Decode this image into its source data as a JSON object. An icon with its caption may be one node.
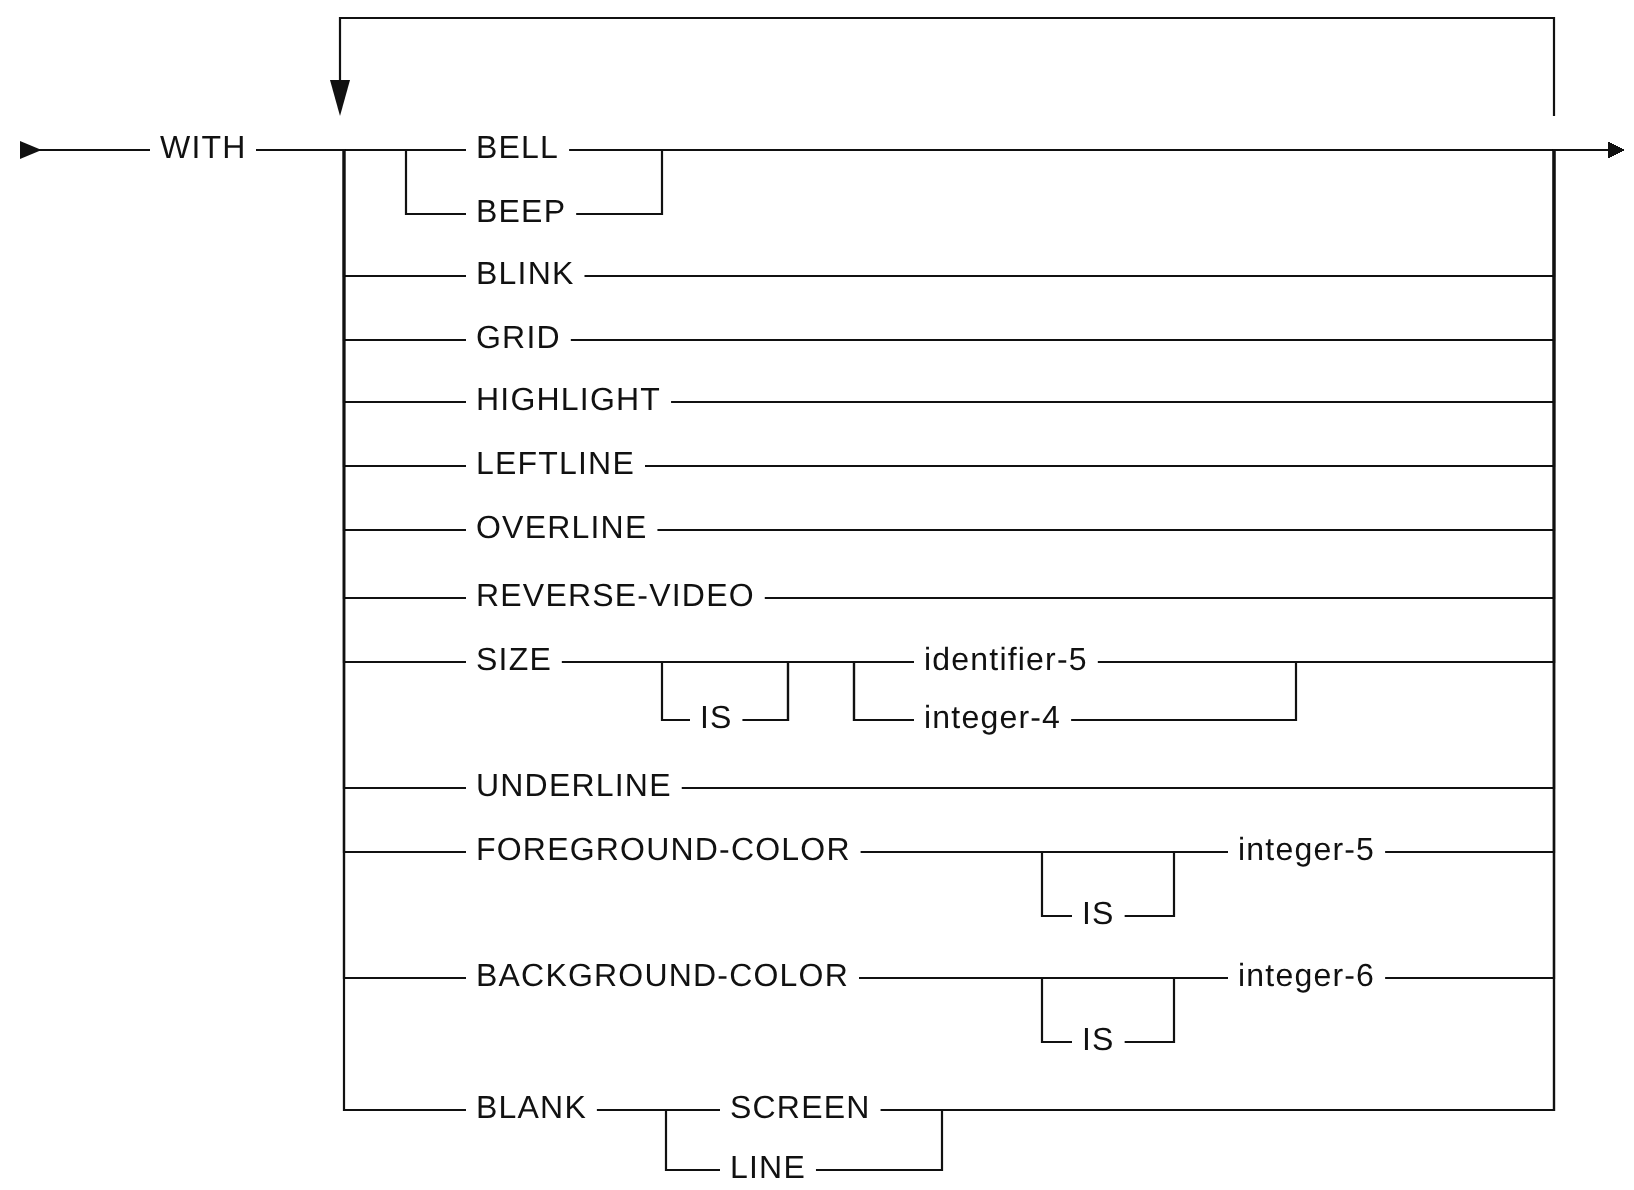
{
  "diagram": {
    "nodes": [
      {
        "text": [
          "WITH"
        ]
      },
      {
        "text": [
          "BELL"
        ]
      },
      {
        "text": [
          "BEEP"
        ]
      },
      {
        "text": [
          "BLINK"
        ]
      },
      {
        "text": [
          "GRID"
        ]
      },
      {
        "text": [
          "HIGHLIGHT"
        ]
      },
      {
        "text": [
          "LEFTLINE"
        ]
      },
      {
        "text": [
          "OVERLINE"
        ]
      },
      {
        "text": [
          "REVERSE-VIDEO"
        ]
      },
      {
        "text": [
          "SIZE"
        ]
      },
      {
        "text": [
          "IS"
        ]
      },
      {
        "text": [
          "identifier-5"
        ]
      },
      {
        "text": [
          "integer-4"
        ]
      },
      {
        "text": [
          "UNDERLINE"
        ]
      },
      {
        "text": [
          "FOREGROUND-COLOR"
        ]
      },
      {
        "text": [
          "IS"
        ]
      },
      {
        "text": [
          "integer-5"
        ]
      },
      {
        "text": [
          "BACKGROUND-COLOR"
        ]
      },
      {
        "text": [
          "IS"
        ]
      },
      {
        "text": [
          "integer-6"
        ]
      },
      {
        "text": [
          "BLANK"
        ]
      },
      {
        "text": [
          "SCREEN"
        ]
      },
      {
        "text": [
          "LINE"
        ]
      }
    ],
    "edges": [
      {
        "from": 0,
        "to": null,
        "arrow": "to"
      },
      {
        "from": 0,
        "to": 1,
        "arrow": "none"
      },
      {
        "from": 0,
        "to": 2,
        "arrow": "none"
      },
      {
        "from": 0,
        "to": 3,
        "arrow": "none"
      },
      {
        "from": 0,
        "to": 4,
        "arrow": "none"
      },
      {
        "from": 0,
        "to": 5,
        "arrow": "none"
      },
      {
        "from": 0,
        "to": 6,
        "arrow": "none"
      },
      {
        "from": 0,
        "to": 7,
        "arrow": "none"
      },
      {
        "from": 0,
        "to": 8,
        "arrow": "none"
      },
      {
        "from": 0,
        "to": 9,
        "arrow": "none"
      },
      {
        "from": 0,
        "to": 13,
        "arrow": "none"
      },
      {
        "from": 0,
        "to": 14,
        "arrow": "none"
      },
      {
        "from": 0,
        "to": 17,
        "arrow": "none"
      },
      {
        "from": 0,
        "to": 20,
        "arrow": "none"
      },
      {
        "from": 1,
        "to": null,
        "arrow": "to"
      },
      {
        "from": 2,
        "to": null,
        "arrow": "to"
      },
      {
        "from": 3,
        "to": null,
        "arrow": "to"
      },
      {
        "from": 4,
        "to": null,
        "arrow": "to"
      },
      {
        "from": 5,
        "to": null,
        "arrow": "to"
      },
      {
        "from": 6,
        "to": null,
        "arrow": "to"
      },
      {
        "from": 7,
        "to": null,
        "arrow": "to"
      },
      {
        "from": 8,
        "to": null,
        "arrow": "to"
      },
      {
        "from": 9,
        "to": 10,
        "arrow": "none"
      },
      {
        "from": 9,
        "to": 11,
        "arrow": "none"
      },
      {
        "from": 9,
        "to": 12,
        "arrow": "none"
      },
      {
        "from": 10,
        "to": 11,
        "arrow": "none"
      },
      {
        "from": 10,
        "to": 12,
        "arrow": "none"
      },
      {
        "from": 11,
        "to": null,
        "arrow": "to"
      },
      {
        "from": 12,
        "to": null,
        "arrow": "to"
      },
      {
        "from": 13,
        "to": null,
        "arrow": "to"
      },
      {
        "from": 14,
        "to": 16,
        "arrow": "none"
      },
      {
        "from": 14,
        "to": 15,
        "arrow": "none"
      },
      {
        "from": 15,
        "to": 16,
        "arrow": "none"
      },
      {
        "from": 16,
        "to": null,
        "arrow": "to"
      },
      {
        "from": 17,
        "to": 19,
        "arrow": "none"
      },
      {
        "from": 17,
        "to": 18,
        "arrow": "none"
      },
      {
        "from": 18,
        "to": 19,
        "arrow": "none"
      },
      {
        "from": 19,
        "to": null,
        "arrow": "to"
      },
      {
        "from": 20,
        "to": 21,
        "arrow": "none"
      },
      {
        "from": 20,
        "to": 22,
        "arrow": "none"
      },
      {
        "from": 21,
        "to": null,
        "arrow": "to"
      },
      {
        "from": 22,
        "to": null,
        "arrow": "to"
      }
    ]
  }
}
